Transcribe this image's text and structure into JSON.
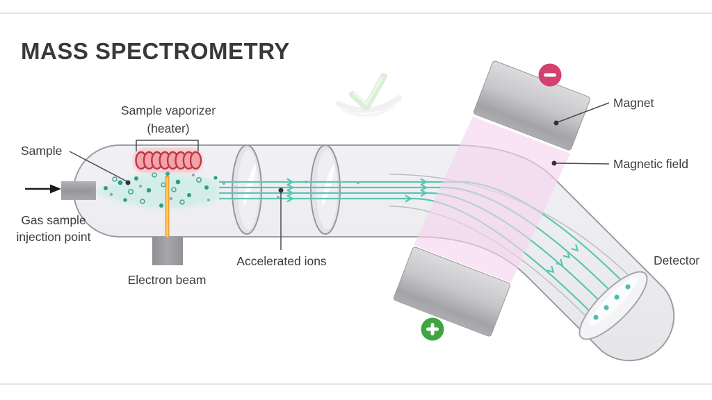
{
  "title": "MASS SPECTROMETRY",
  "labels": {
    "sample_vaporizer": "Sample vaporizer",
    "heater": "(heater)",
    "sample": "Sample",
    "gas_injection_1": "Gas sample",
    "gas_injection_2": "injection point",
    "electron_beam": "Electron beam",
    "accelerated_ions": "Accelerated ions",
    "magnet": "Magnet",
    "magnetic_field": "Magnetic field",
    "detector": "Detector"
  },
  "icons": {
    "negative_pole": "minus-icon",
    "positive_pole": "plus-icon",
    "gas_flow": "arrow-right-icon",
    "watermark": "check-icon"
  },
  "colors": {
    "ion_beam": "#59c6b3",
    "magnetic_field_fill": "#f4d3ee",
    "heater_coil_stroke": "#c23541",
    "electron_beam": "#efa32d",
    "negative_icon": "#d4406f",
    "positive_icon": "#3fa442",
    "tube_stroke": "#9b9ca1"
  }
}
